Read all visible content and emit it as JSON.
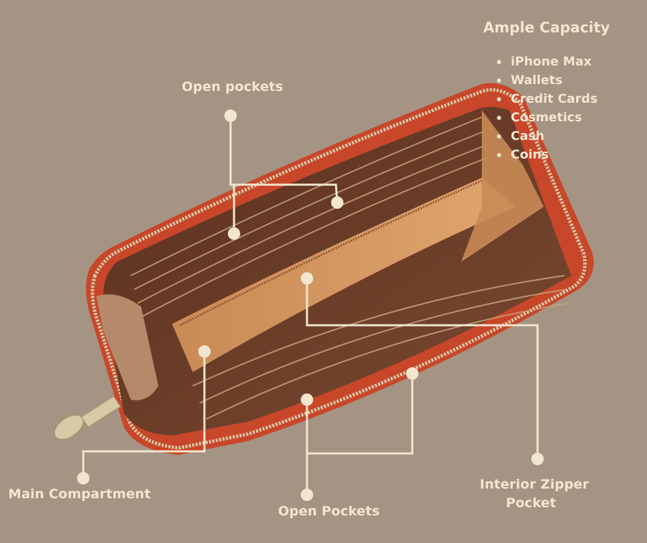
{
  "capacity": {
    "title": "Ample Capacity",
    "items": [
      "iPhone Max",
      "Wallets",
      "Credit Cards",
      "Cosmetics",
      "Cash",
      "Coins"
    ]
  },
  "labels": {
    "open_pockets_top": "Open pockets",
    "main_compartment": "Main Compartment",
    "open_pockets_bottom": "Open Pockets",
    "interior_zipper_line1": "Interior Zipper",
    "interior_zipper_line2": "Pocket"
  },
  "colors": {
    "background": "#a59483",
    "annotation": "#f3e6cf",
    "wallet_exterior": "#c8462a",
    "wallet_interior": "#6b3d26",
    "zipper": "#d8c9a8"
  }
}
